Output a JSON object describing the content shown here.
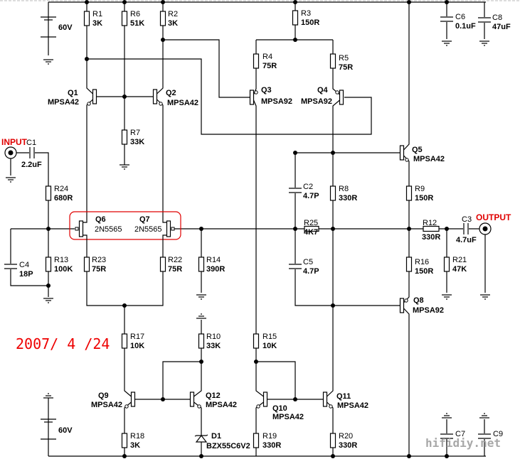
{
  "title_date": "2007/ 4 /24",
  "watermark": "hifidiy.net",
  "input_label": "INPUT",
  "output_label": "OUTPUT",
  "colors": {
    "wire": "#000000",
    "accent": "#e00000",
    "jfet_box": "#e00000"
  },
  "supplies": {
    "top": "60V",
    "bottom": "60V"
  },
  "components": {
    "R1": {
      "ref": "R1",
      "value": "3K"
    },
    "R2": {
      "ref": "R2",
      "value": "3K"
    },
    "R3": {
      "ref": "R3",
      "value": "150R"
    },
    "R4": {
      "ref": "R4",
      "value": "75R"
    },
    "R5": {
      "ref": "R5",
      "value": "75R"
    },
    "R6": {
      "ref": "R6",
      "value": "51K"
    },
    "R7": {
      "ref": "R7",
      "value": "33K"
    },
    "R8": {
      "ref": "R8",
      "value": "330R"
    },
    "R9": {
      "ref": "R9",
      "value": "150R"
    },
    "R10": {
      "ref": "R10",
      "value": "33K"
    },
    "R12": {
      "ref": "R12",
      "value": "330R"
    },
    "R13": {
      "ref": "R13",
      "value": "100K"
    },
    "R14": {
      "ref": "R14",
      "value": "390R"
    },
    "R15": {
      "ref": "R15",
      "value": "10K"
    },
    "R16": {
      "ref": "R16",
      "value": "150R"
    },
    "R17": {
      "ref": "R17",
      "value": "10K"
    },
    "R18": {
      "ref": "R18",
      "value": "3K"
    },
    "R19": {
      "ref": "R19",
      "value": "330R"
    },
    "R20": {
      "ref": "R20",
      "value": "330R"
    },
    "R21": {
      "ref": "R21",
      "value": "47K"
    },
    "R22": {
      "ref": "R22",
      "value": "75R"
    },
    "R23": {
      "ref": "R23",
      "value": "75R"
    },
    "R24": {
      "ref": "R24",
      "value": "680R"
    },
    "R25": {
      "ref": "R25",
      "value": "4K7"
    },
    "C1": {
      "ref": "C1",
      "value": "2.2uF"
    },
    "C2": {
      "ref": "C2",
      "value": "4.7P"
    },
    "C3": {
      "ref": "C3",
      "value": "4.7uF"
    },
    "C4": {
      "ref": "C4",
      "value": "18P"
    },
    "C5": {
      "ref": "C5",
      "value": "4.7P"
    },
    "C6": {
      "ref": "C6",
      "value": "0.1uF"
    },
    "C7": {
      "ref": "C7",
      "value": ""
    },
    "C8": {
      "ref": "C8",
      "value": "47uF"
    },
    "C9": {
      "ref": "C9",
      "value": ""
    },
    "Q1": {
      "ref": "Q1",
      "value": "MPSA42"
    },
    "Q2": {
      "ref": "Q2",
      "value": "MPSA42"
    },
    "Q3": {
      "ref": "Q3",
      "value": "MPSA92"
    },
    "Q4": {
      "ref": "Q4",
      "value": "MPSA92"
    },
    "Q5": {
      "ref": "Q5",
      "value": "MPSA42"
    },
    "Q6": {
      "ref": "Q6",
      "value": "2N5565"
    },
    "Q7": {
      "ref": "Q7",
      "value": "2N5565"
    },
    "Q8": {
      "ref": "Q8",
      "value": "MPSA92"
    },
    "Q9": {
      "ref": "Q9",
      "value": "MPSA42"
    },
    "Q10": {
      "ref": "Q10",
      "value": "MPSA42"
    },
    "Q11": {
      "ref": "Q11",
      "value": "MPSA42"
    },
    "Q12": {
      "ref": "Q12",
      "value": "MPSA42"
    },
    "D1": {
      "ref": "D1",
      "value": "BZX55C6V2"
    }
  }
}
